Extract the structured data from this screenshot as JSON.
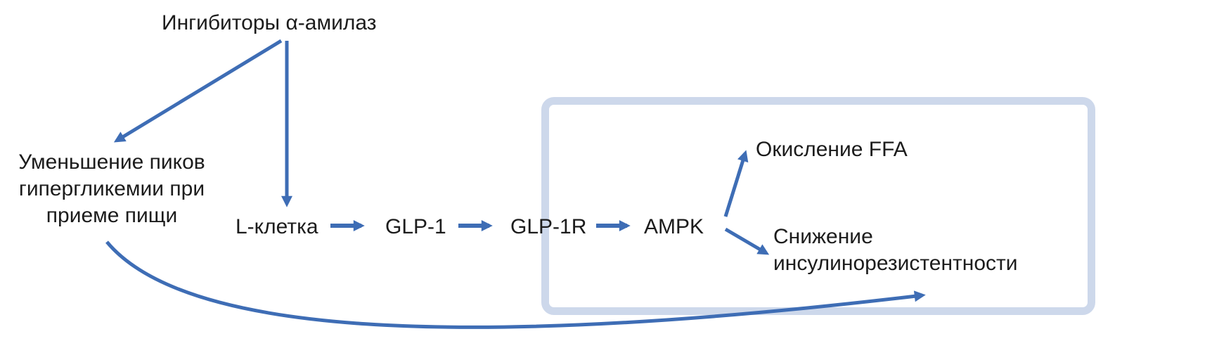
{
  "diagram": {
    "title": "Ингибиторы α-амилаз",
    "left_block": {
      "lines": [
        "Уменьшение пиков",
        "гипергликемии при",
        "приеме пищи"
      ]
    },
    "chain": [
      "L-клетка",
      "GLP-1",
      "GLP-1R",
      "AMPK"
    ],
    "outcomes": {
      "ffa": "Окисление FFA",
      "insulin_lines": [
        "Снижение",
        "инсулинорезистентности"
      ]
    },
    "edges": [
      {
        "from": "Ингибиторы α-амилаз",
        "to": "Уменьшение пиков гипергликемии при приеме пищи"
      },
      {
        "from": "Ингибиторы α-амилаз",
        "to": "L-клетка"
      },
      {
        "from": "L-клетка",
        "to": "GLP-1"
      },
      {
        "from": "GLP-1",
        "to": "GLP-1R"
      },
      {
        "from": "GLP-1R",
        "to": "AMPK"
      },
      {
        "from": "AMPK",
        "to": "Окисление FFA"
      },
      {
        "from": "AMPK",
        "to": "Снижение инсулинорезистентности"
      },
      {
        "from": "Уменьшение пиков гипергликемии при приеме пищи",
        "to": "Снижение инсулинорезистентности"
      }
    ],
    "colors": {
      "arrow": "#3E6DB5",
      "box_border": "#CDD8EB",
      "text": "#1C1C1C",
      "background": "#FFFFFF"
    }
  }
}
